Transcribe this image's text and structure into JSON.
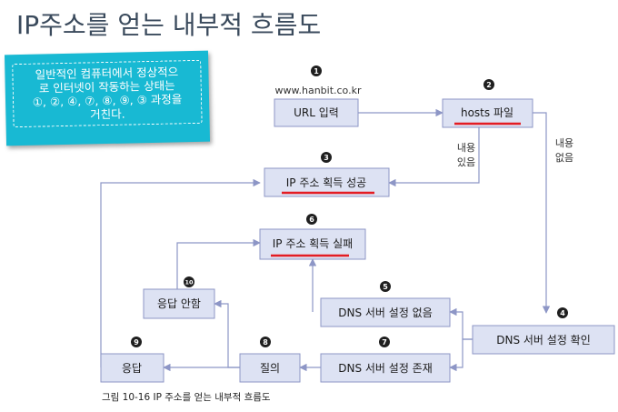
{
  "title": "IP주소를 얻는 내부적 흐름도",
  "note": {
    "lines": [
      "일반적인 컴퓨터에서 정상적으",
      "로 인터넷이 작동하는 상태는",
      "①, ②, ④, ⑦, ⑧, ⑨, ③ 과정을",
      "거친다."
    ]
  },
  "nodes": {
    "url_input": "URL 입력",
    "hosts_file": "hosts 파일",
    "ip_success": "IP 주소 획득 성공",
    "ip_fail": "IP 주소 획득 실패",
    "no_response": "응답 안함",
    "dns_none": "DNS 서버 설정 없음",
    "dns_check": "DNS 서버 설정 확인",
    "dns_exists": "DNS 서버 설정 존재",
    "query": "질의",
    "response": "응답"
  },
  "url_example": "www.hanbit.co.kr",
  "edge_labels": {
    "has_content": [
      "내용",
      "있음"
    ],
    "no_content": [
      "내용",
      "없음"
    ]
  },
  "step_numbers": [
    "1",
    "2",
    "3",
    "4",
    "5",
    "6",
    "7",
    "8",
    "9",
    "10"
  ],
  "caption": "그림 10-16 IP 주소를 얻는 내부적 흐름도",
  "colors": {
    "box_fill": "#dde2f3",
    "box_stroke": "#8d96c6",
    "highlight_underline": "#e41c23",
    "note_bg": "#18b9d3"
  }
}
